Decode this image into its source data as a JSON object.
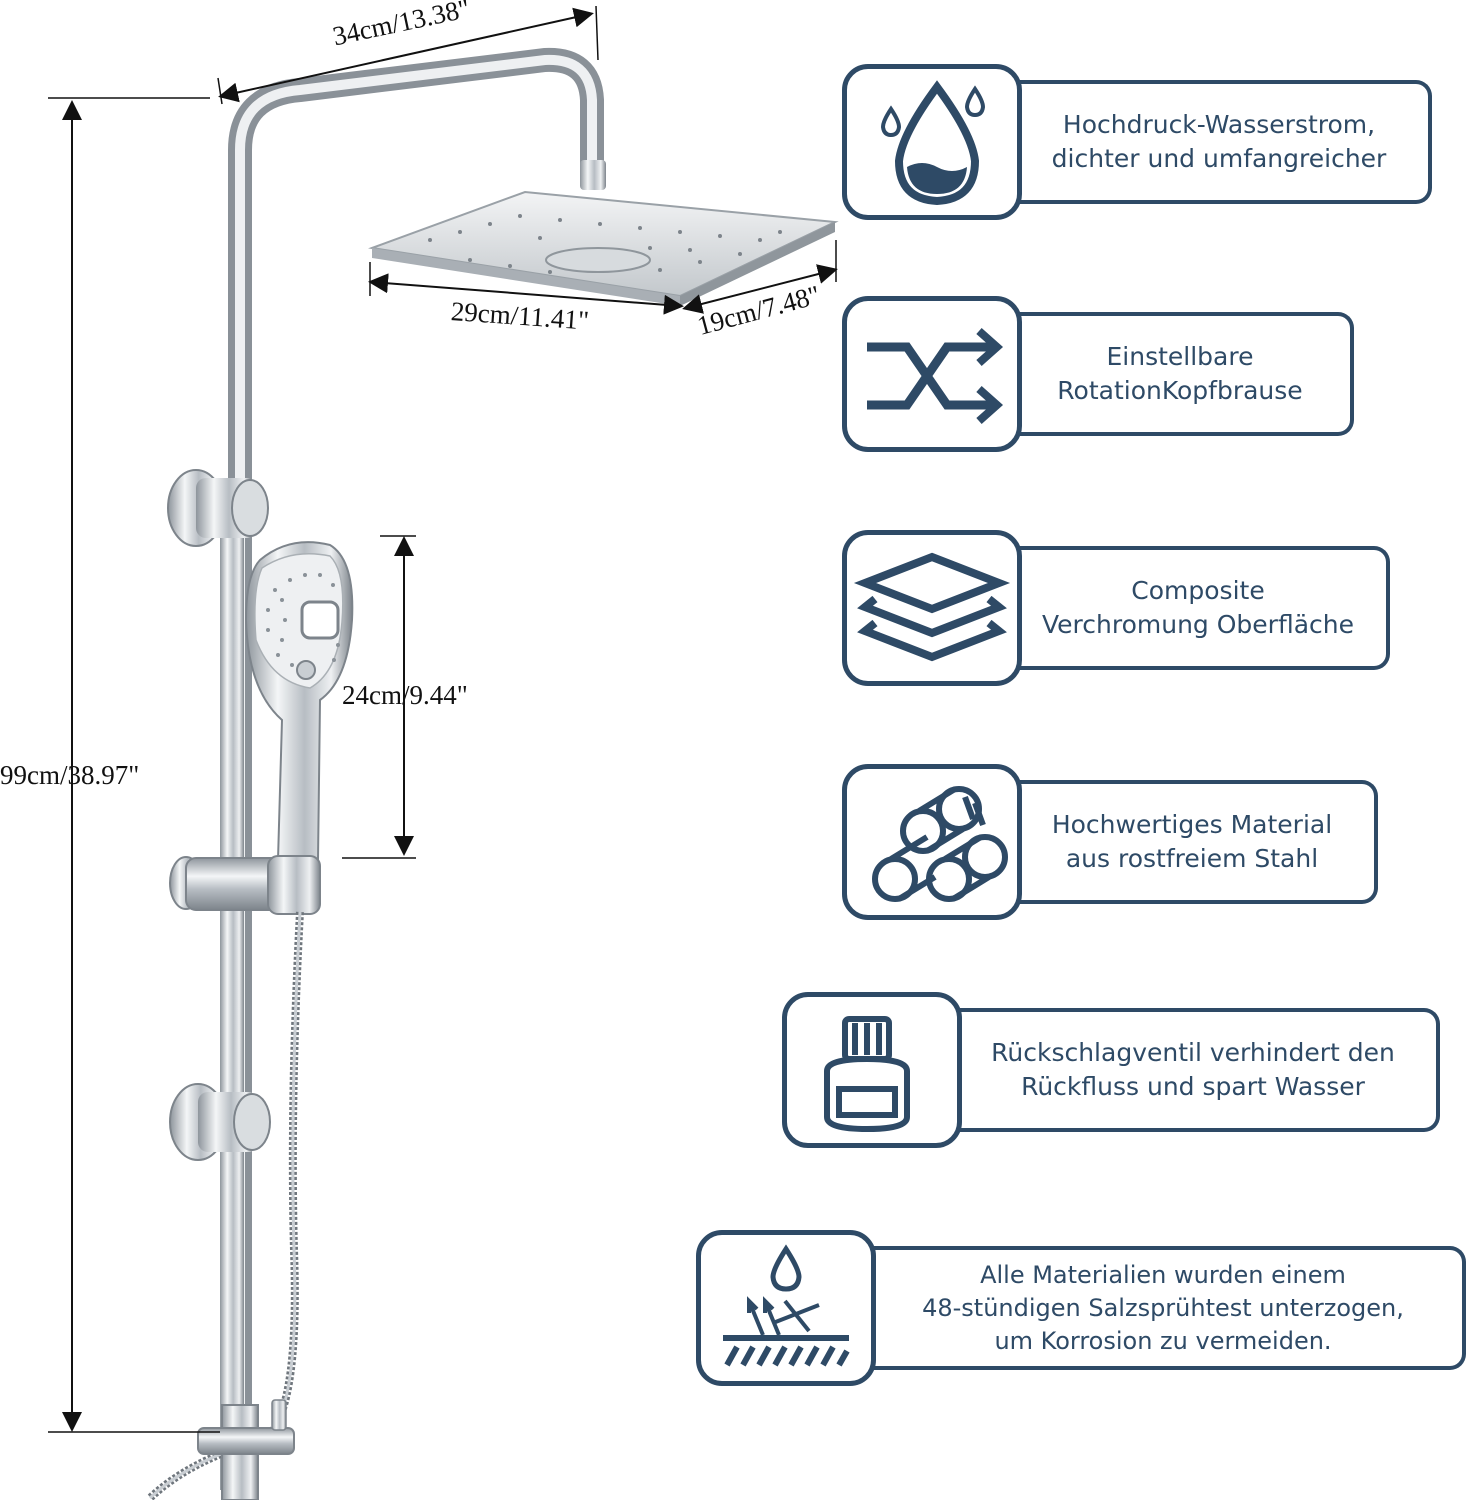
{
  "dimensions": {
    "arm_width": "34cm/13.38\"",
    "head_width": "29cm/11.41\"",
    "head_depth": "19cm/7.48\"",
    "hand_length": "24cm/9.44\"",
    "total_height": "99cm/38.97\""
  },
  "features": [
    {
      "icon": "water-drop-icon",
      "lines": [
        "Hochdruck-Wasserstrom,",
        "dichter und umfangreicher"
      ]
    },
    {
      "icon": "shuffle-arrows-icon",
      "lines": [
        "Einstellbare",
        "RotationKopfbrause"
      ]
    },
    {
      "icon": "layers-icon",
      "lines": [
        "Composite",
        "Verchromung Oberfläche"
      ]
    },
    {
      "icon": "steel-pipes-icon",
      "lines": [
        "Hochwertiges Material",
        "aus rostfreiem Stahl"
      ]
    },
    {
      "icon": "check-valve-icon",
      "lines": [
        "Rückschlagventil verhindert den",
        "Rückfluss und spart Wasser"
      ]
    },
    {
      "icon": "salt-spray-icon",
      "lines": [
        "Alle Materialien wurden einem",
        "48-stündigen Salzsprühtest unterzogen,",
        "um Korrosion zu vermeiden."
      ]
    }
  ],
  "colors": {
    "accent": "#2e4a66",
    "chrome": "#c9ced3"
  }
}
